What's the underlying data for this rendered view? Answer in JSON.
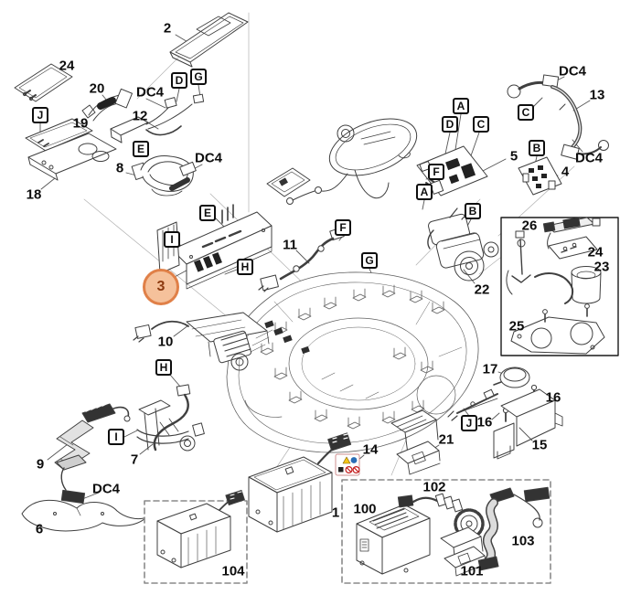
{
  "diagram": {
    "type": "exploded-parts-diagram",
    "subject": "robotic mower electrical components",
    "highlight": {
      "text": "3",
      "fill": "#F5C19B",
      "border": "#E08048",
      "text_color": "#8C3A10"
    },
    "warning_label": {
      "icons": [
        "warning-triangle-icon",
        "read-manual-icon",
        "hot-surface-icon",
        "no-fire-icon",
        "no-crush-icon"
      ]
    },
    "colors": {
      "line": "#3f3f3f",
      "leader": "#666666",
      "guide": "#a8a8a8",
      "box_border": "#1a1a1a",
      "dashed_border": "#8a8a8a"
    }
  },
  "labels": [
    {
      "text": "2"
    },
    {
      "text": "24"
    },
    {
      "text": "20"
    },
    {
      "text": "12"
    },
    {
      "text": "19"
    },
    {
      "text": "8"
    },
    {
      "text": "18"
    },
    {
      "text": "13"
    },
    {
      "text": "5"
    },
    {
      "text": "4"
    },
    {
      "text": "11"
    },
    {
      "text": "22"
    },
    {
      "text": "26"
    },
    {
      "text": "24"
    },
    {
      "text": "23"
    },
    {
      "text": "25"
    },
    {
      "text": "10"
    },
    {
      "text": "7"
    },
    {
      "text": "9"
    },
    {
      "text": "6"
    },
    {
      "text": "14"
    },
    {
      "text": "21"
    },
    {
      "text": "17"
    },
    {
      "text": "16"
    },
    {
      "text": "16"
    },
    {
      "text": "15"
    },
    {
      "text": "1"
    },
    {
      "text": "100"
    },
    {
      "text": "102"
    },
    {
      "text": "101"
    },
    {
      "text": "103"
    },
    {
      "text": "104"
    },
    {
      "text": "DC4"
    },
    {
      "text": "DC4"
    },
    {
      "text": "DC4"
    },
    {
      "text": "DC4"
    },
    {
      "text": "DC4"
    },
    {
      "text": "J"
    },
    {
      "text": "D"
    },
    {
      "text": "G"
    },
    {
      "text": "E"
    },
    {
      "text": "E"
    },
    {
      "text": "I"
    },
    {
      "text": "H"
    },
    {
      "text": "A"
    },
    {
      "text": "D"
    },
    {
      "text": "C"
    },
    {
      "text": "F"
    },
    {
      "text": "A"
    },
    {
      "text": "B"
    },
    {
      "text": "C"
    },
    {
      "text": "B"
    },
    {
      "text": "F"
    },
    {
      "text": "G"
    },
    {
      "text": "H"
    },
    {
      "text": "I"
    },
    {
      "text": "J"
    }
  ]
}
